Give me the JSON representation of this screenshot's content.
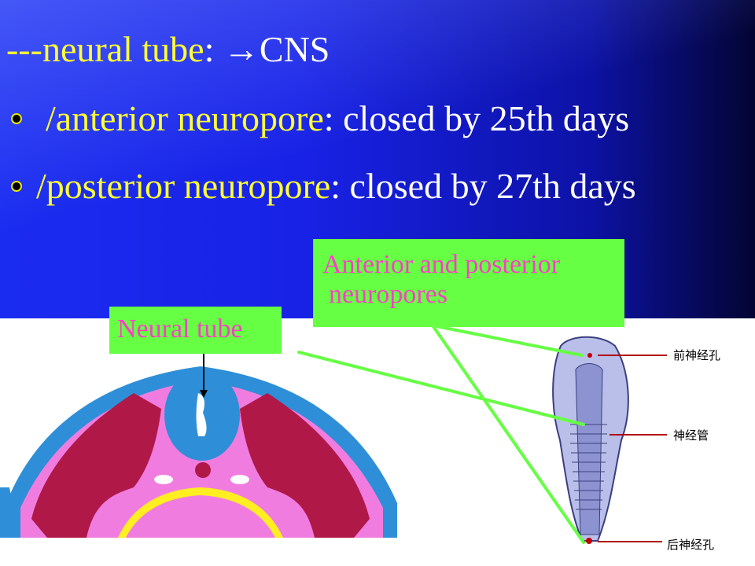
{
  "slide": {
    "line1": {
      "prefix": "---",
      "term": "neural tube",
      "rest": ": →CNS"
    },
    "line2": {
      "prefix": "/",
      "term": "anterior neuropore",
      "rest": ": closed by 25th days"
    },
    "line3": {
      "prefix": "/",
      "term": "posterior neuropore",
      "rest": ": closed by 27th days"
    }
  },
  "labels": {
    "neural_tube": "Neural tube",
    "pores_line1": "Anterior and posterior",
    "pores_line2": "neuropores"
  },
  "embryo_labels": {
    "anterior_neuropore": "前神经孔",
    "neural_tube": "神经管",
    "posterior_neuropore": "后神经孔"
  },
  "colors": {
    "label_box": "#66ff44",
    "label_text": "#ff3ec8",
    "term_text": "#ffff33",
    "pointer": "#66ff44",
    "leader": "#b00000"
  }
}
